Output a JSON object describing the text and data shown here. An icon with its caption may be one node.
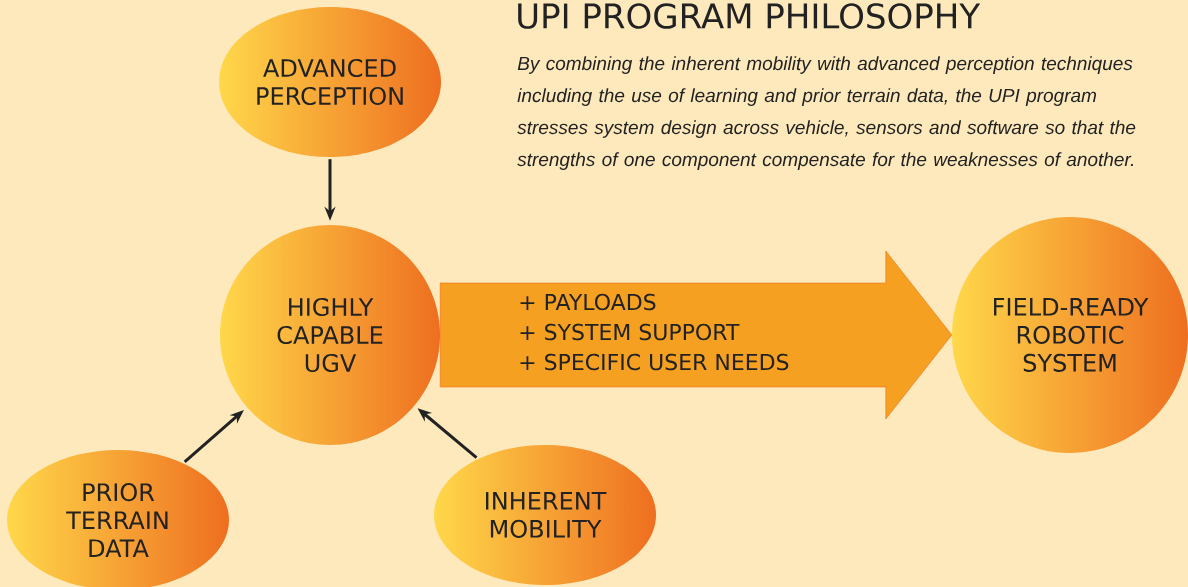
{
  "diagram": {
    "title": "UPI PROGRAM PHILOSOPHY",
    "caption": "By combining the inherent mobility with advanced perception techniques including the use of learning and prior terrain data, the UPI program stresses system design across vehicle, sensors and software so that the strengths of one component compensate for the weaknesses of another.",
    "nodes": [
      {
        "text": [
          "ADVANCED PERCEPTION"
        ]
      },
      {
        "text": [
          "HIGHLY CAPABLE UGV"
        ]
      },
      {
        "text": [
          "FIELD-READY ROBOTIC SYSTEM"
        ]
      },
      {
        "text": [
          "PRIOR TERRAIN DATA"
        ]
      },
      {
        "text": [
          "INHERENT MOBILITY"
        ]
      }
    ],
    "edges": [
      {
        "from": 0,
        "to": 1,
        "arrow": "to"
      },
      {
        "from": 3,
        "to": 1,
        "arrow": "to"
      },
      {
        "from": 4,
        "to": 1,
        "arrow": "to"
      },
      {
        "from": 1,
        "to": 2,
        "arrow": "to",
        "style": "thick",
        "color": "#f5a020"
      }
    ],
    "labels": [
      "+ PAYLOADS",
      "+ SYSTEM SUPPORT",
      "+ SPECIFIC USER NEEDS"
    ]
  }
}
